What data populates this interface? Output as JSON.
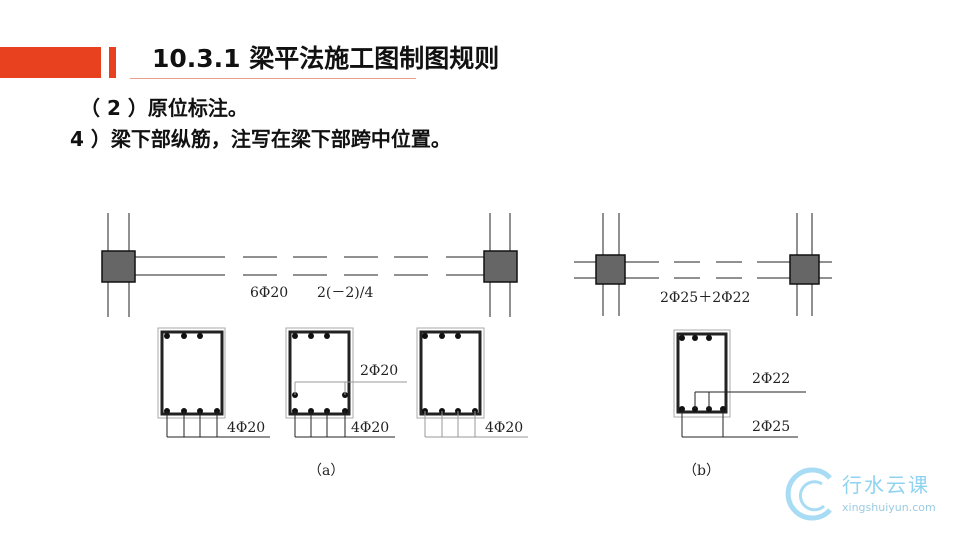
{
  "header": {
    "title": "10.3.1  梁平法施工图制图规则"
  },
  "body": {
    "line1": "（ 2 ）原位标注。",
    "line2": "4 ）梁下部纵筋，注写在梁下部跨中位置。"
  },
  "figure_a": {
    "beam_label_1": "6Φ20",
    "beam_label_2": "2(－2)/4",
    "section_labels": [
      "4Φ20",
      "4Φ20",
      "4Φ20"
    ],
    "middle_label": "2Φ20",
    "caption": "（a）"
  },
  "figure_b": {
    "beam_label": "2Φ25＋2Φ22",
    "label_top": "2Φ22",
    "label_bottom": "2Φ25",
    "caption": "（b）"
  },
  "watermark": {
    "name": "行水云课",
    "url": "xingshuiyun.com"
  },
  "colors": {
    "accent": "#e8411f",
    "column": "#666666"
  }
}
